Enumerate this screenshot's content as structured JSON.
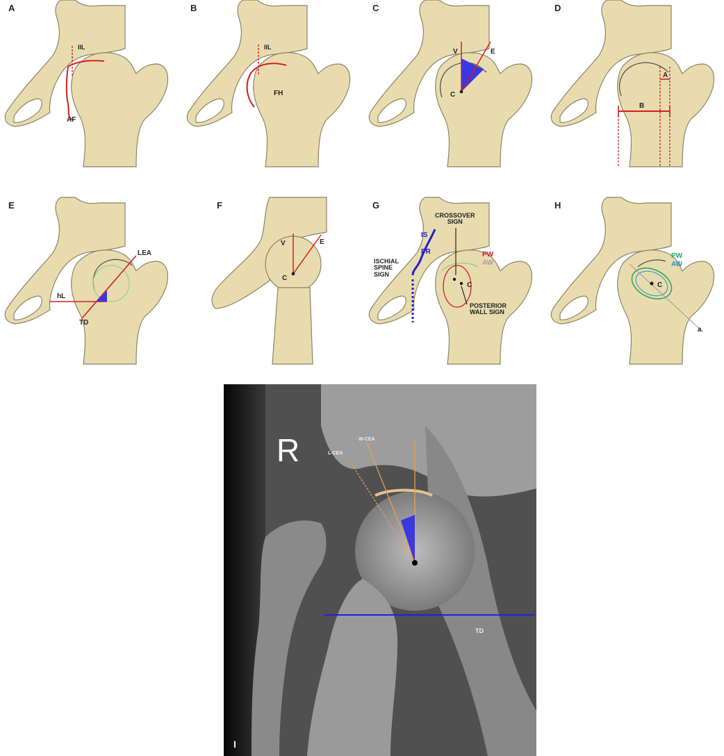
{
  "panels": [
    {
      "letter": "A",
      "labels": {
        "iil": "IIL",
        "af": "AF"
      }
    },
    {
      "letter": "B",
      "labels": {
        "iil": "IIL",
        "fh": "FH"
      }
    },
    {
      "letter": "C",
      "labels": {
        "v": "V",
        "e": "E",
        "c": "C"
      }
    },
    {
      "letter": "D",
      "labels": {
        "a": "A",
        "b": "B"
      }
    },
    {
      "letter": "E",
      "labels": {
        "lea": "LEA",
        "hl": "hL",
        "td": "TD"
      }
    },
    {
      "letter": "F",
      "labels": {
        "v": "V",
        "e": "E",
        "c": "C"
      }
    },
    {
      "letter": "G",
      "labels": {
        "crossover": "CROSSOVER\nSIGN",
        "is": "IS",
        "pr": "PR",
        "pw": "PW",
        "aw": "AW",
        "ischial": "ISCHIAL\nSPINE\nSIGN",
        "c": "C",
        "posterior": "POSTERIOR\nWALL SIGN"
      }
    },
    {
      "letter": "H",
      "labels": {
        "pw": "PW",
        "aw": "AW",
        "c": "C",
        "a": "a"
      }
    }
  ],
  "xray": {
    "letter": "I",
    "side": "R",
    "lcea": "L-CEA",
    "wcea": "W-CEA",
    "td": "TD"
  },
  "colors": {
    "bone": "#e8dcae",
    "outline": "#8b8368",
    "red": "#d21e1e",
    "blue": "#2020c8",
    "orange": "#e8a050"
  }
}
